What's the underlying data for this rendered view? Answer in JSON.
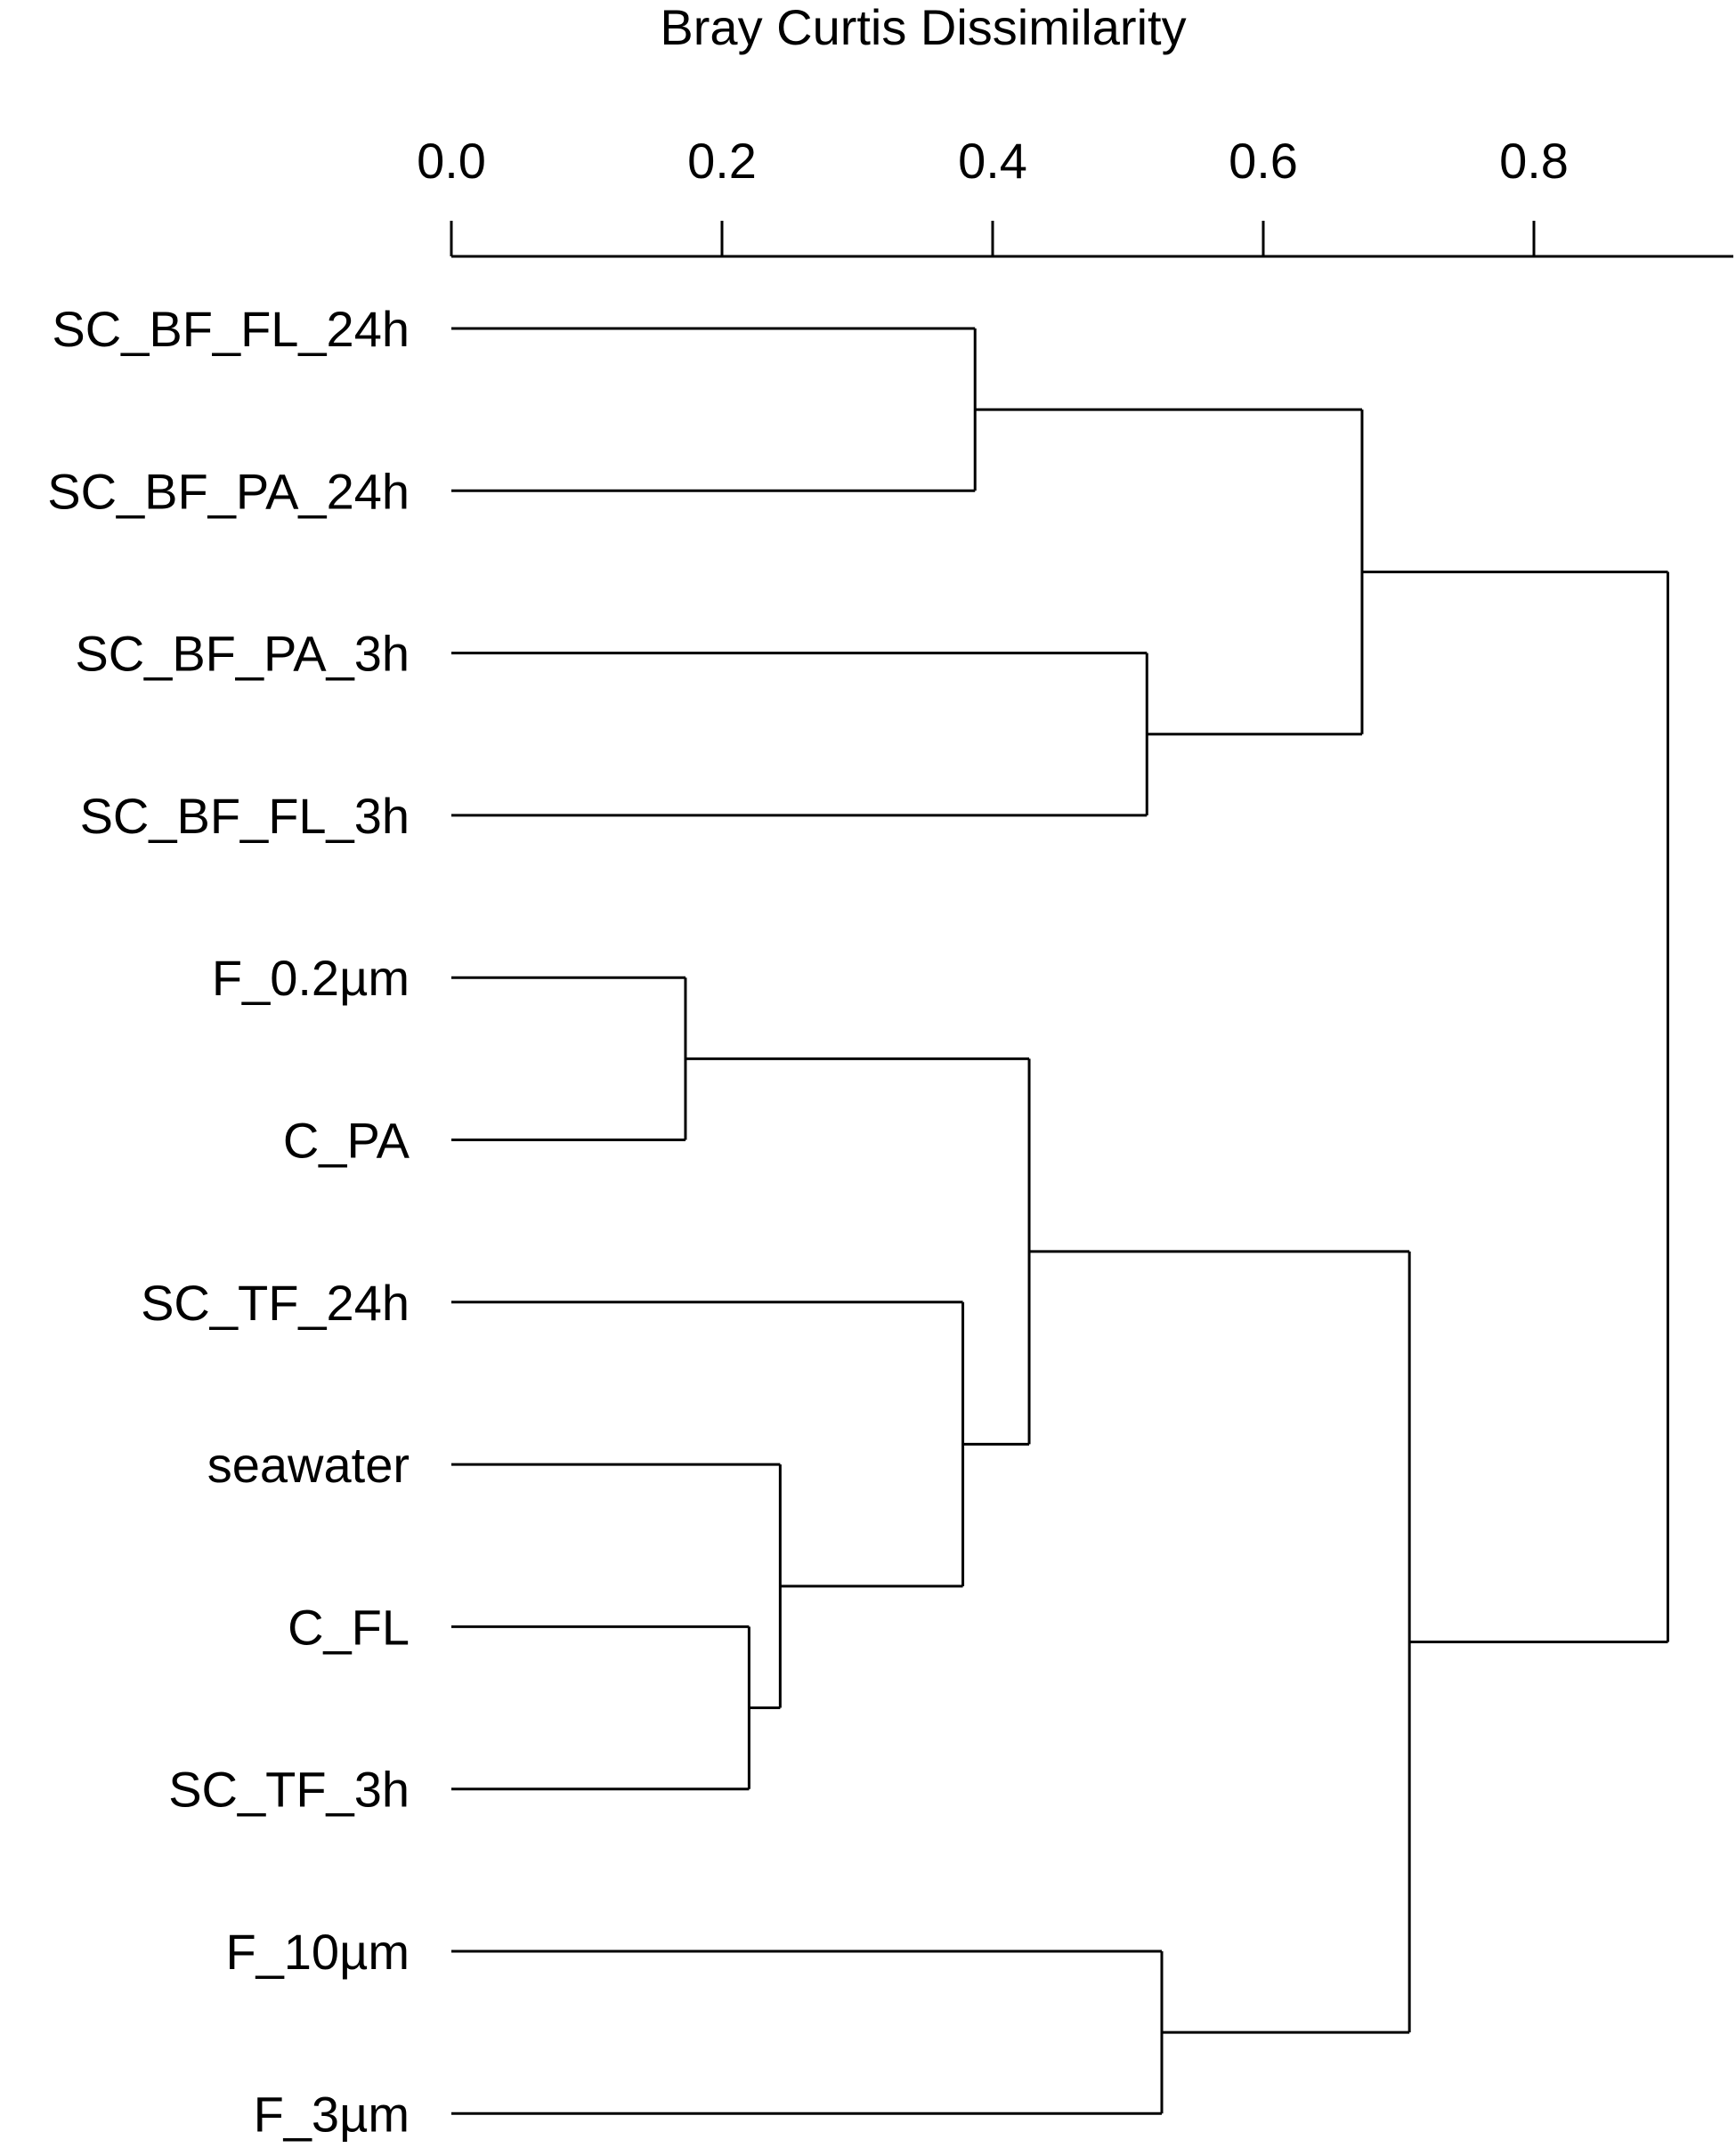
{
  "chart_data": {
    "type": "dendrogram",
    "title": "Bray Curtis Dissimilarity",
    "orientation": "horizontal",
    "axis": {
      "position": "top",
      "label": "Bray Curtis Dissimilarity",
      "ticks": [
        0.0,
        0.2,
        0.4,
        0.6,
        0.8
      ],
      "tick_labels": [
        "0.0",
        "0.2",
        "0.4",
        "0.6",
        "0.8"
      ],
      "range": [
        0.0,
        0.95
      ]
    },
    "leaves": [
      "SC_BF_FL_24h",
      "SC_BF_PA_24h",
      "SC_BF_PA_3h",
      "SC_BF_FL_3h",
      "F_0.2µm",
      "C_PA",
      "SC_TF_24h",
      "seawater",
      "C_FL",
      "SC_TF_3h",
      "F_10µm",
      "F_3µm"
    ],
    "merges": [
      {
        "left": "C_FL",
        "right": "SC_TF_3h",
        "height": 0.22
      },
      {
        "left": "seawater",
        "right": "C_FL+SC_TF_3h",
        "height": 0.243
      },
      {
        "left": "SC_TF_24h",
        "right": "seawater+C_FL+SC_TF_3h",
        "height": 0.378
      },
      {
        "left": "F_0.2µm",
        "right": "C_PA",
        "height": 0.173
      },
      {
        "left": "F_0.2µm+C_PA",
        "right": "SC_TF_24h+seawater+C_FL+SC_TF_3h",
        "height": 0.427
      },
      {
        "left": "F_10µm",
        "right": "F_3µm",
        "height": 0.525
      },
      {
        "left": "F_0.2µm..SC_TF_3h",
        "right": "F_10µm+F_3µm",
        "height": 0.708
      },
      {
        "left": "SC_BF_FL_24h",
        "right": "SC_BF_PA_24h",
        "height": 0.387
      },
      {
        "left": "SC_BF_PA_3h",
        "right": "SC_BF_FL_3h",
        "height": 0.514
      },
      {
        "left": "SC_BF_FL_24h+SC_BF_PA_24h",
        "right": "SC_BF_PA_3h+SC_BF_FL_3h",
        "height": 0.673
      },
      {
        "left": "SC_BF_FL_24h..SC_BF_FL_3h",
        "right": "F_0.2µm..F_3µm",
        "height": 0.899
      }
    ],
    "tree": {
      "h": 0.899,
      "c": [
        {
          "h": 0.673,
          "c": [
            {
              "h": 0.387,
              "c": [
                {
                  "leaf": 0
                },
                {
                  "leaf": 1
                }
              ]
            },
            {
              "h": 0.514,
              "c": [
                {
                  "leaf": 2
                },
                {
                  "leaf": 3
                }
              ]
            }
          ]
        },
        {
          "h": 0.708,
          "c": [
            {
              "h": 0.427,
              "c": [
                {
                  "h": 0.173,
                  "c": [
                    {
                      "leaf": 4
                    },
                    {
                      "leaf": 5
                    }
                  ]
                },
                {
                  "h": 0.378,
                  "c": [
                    {
                      "leaf": 6
                    },
                    {
                      "h": 0.243,
                      "c": [
                        {
                          "leaf": 7
                        },
                        {
                          "h": 0.22,
                          "c": [
                            {
                              "leaf": 8
                            },
                            {
                              "leaf": 9
                            }
                          ]
                        }
                      ]
                    }
                  ]
                }
              ]
            },
            {
              "h": 0.525,
              "c": [
                {
                  "leaf": 10
                },
                {
                  "leaf": 11
                }
              ]
            }
          ]
        }
      ]
    },
    "line_color": "#000000",
    "background": "#ffffff",
    "grid": false,
    "legend": false
  }
}
